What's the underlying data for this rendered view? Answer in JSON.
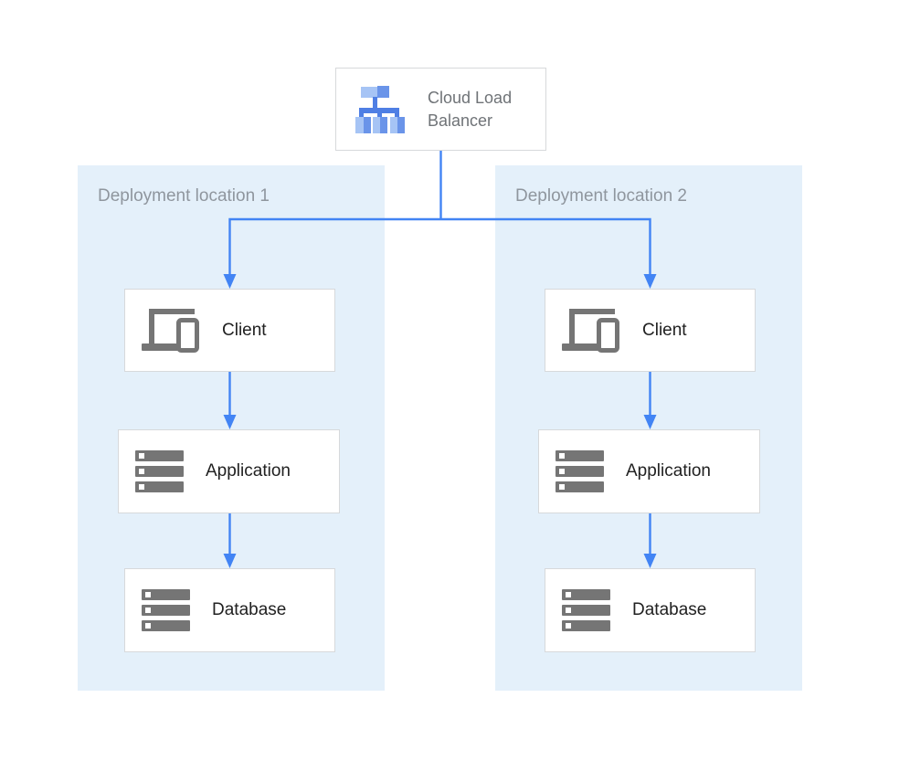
{
  "load_balancer": {
    "label": "Cloud Load Balancer",
    "icon": "load-balancer-icon"
  },
  "regions": [
    {
      "label": "Deployment location 1",
      "nodes": [
        {
          "label": "Client",
          "icon": "client-devices-icon"
        },
        {
          "label": "Application",
          "icon": "server-stack-icon"
        },
        {
          "label": "Database",
          "icon": "server-stack-icon"
        }
      ]
    },
    {
      "label": "Deployment location 2",
      "nodes": [
        {
          "label": "Client",
          "icon": "client-devices-icon"
        },
        {
          "label": "Application",
          "icon": "server-stack-icon"
        },
        {
          "label": "Database",
          "icon": "server-stack-icon"
        }
      ]
    }
  ],
  "connections": [
    "Cloud Load Balancer -> Client (location 1)",
    "Cloud Load Balancer -> Client (location 2)",
    "Client -> Application (location 1)",
    "Application -> Database (location 1)",
    "Client -> Application (location 2)",
    "Application -> Database (location 2)"
  ],
  "colors": {
    "connector": "#4284f4",
    "panel_background": "#e4f0fa",
    "panel_label": "#8f969e",
    "node_background": "#ffffff",
    "node_border": "#d7d9db",
    "node_label": "#212121",
    "lb_label": "#6f7377",
    "icon_gray": "#757575",
    "lb_icon_light": "#a6c4f5",
    "lb_icon_dark": "#6a94e9",
    "lb_icon_stem": "#4f7fe4"
  }
}
